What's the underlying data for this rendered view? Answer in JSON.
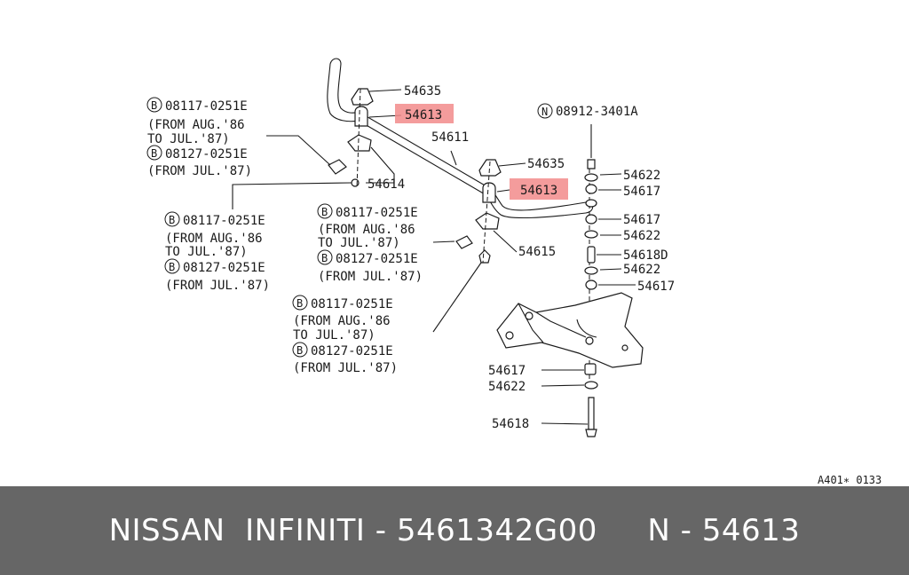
{
  "diagram": {
    "parts": {
      "p54635_top": "54635",
      "p54613_top": "54613",
      "p54611": "54611",
      "p54635_mid": "54635",
      "p54613_mid": "54613",
      "p54614": "54614",
      "p54615": "54615",
      "n_bolt": "08912-3401A",
      "p54622_a": "54622",
      "p54617_a": "54617",
      "p54617_b": "54617",
      "p54622_b": "54622",
      "p54618d": "54618D",
      "p54622_c": "54622",
      "p54617_c": "54617",
      "p54617_d": "54617",
      "p54622_d": "54622",
      "p54618": "54618"
    },
    "circle_letters": {
      "b": "B",
      "n": "N"
    },
    "notes": {
      "g1": {
        "a": "08117-0251E",
        "a_from": "(FROM AUG.'86",
        "a_to": "TO JUL.'87)",
        "b": "08127-0251E",
        "b_from": "(FROM JUL.'87)"
      },
      "g2": {
        "a": "08117-0251E",
        "a_from": "(FROM AUG.'86",
        "a_to": "TO JUL.'87)",
        "b": "08127-0251E",
        "b_from": "(FROM JUL.'87)"
      },
      "g3": {
        "a": "08117-0251E",
        "a_from": "(FROM AUG.'86",
        "a_to": "TO JUL.'87)",
        "b": "08127-0251E",
        "b_from": "(FROM JUL.'87)"
      },
      "g4": {
        "a": "08117-0251E",
        "a_from": "(FROM AUG.'86",
        "a_to": "TO JUL.'87)",
        "b": "08127-0251E",
        "b_from": "(FROM JUL.'87)"
      }
    },
    "ref_code": "A401∗ 0133"
  },
  "footer": {
    "text": "NISSAN  INFINITI - 5461342G00     N - 54613"
  },
  "colors": {
    "highlight": "#f28b8b",
    "footer_bg": "#666666"
  }
}
